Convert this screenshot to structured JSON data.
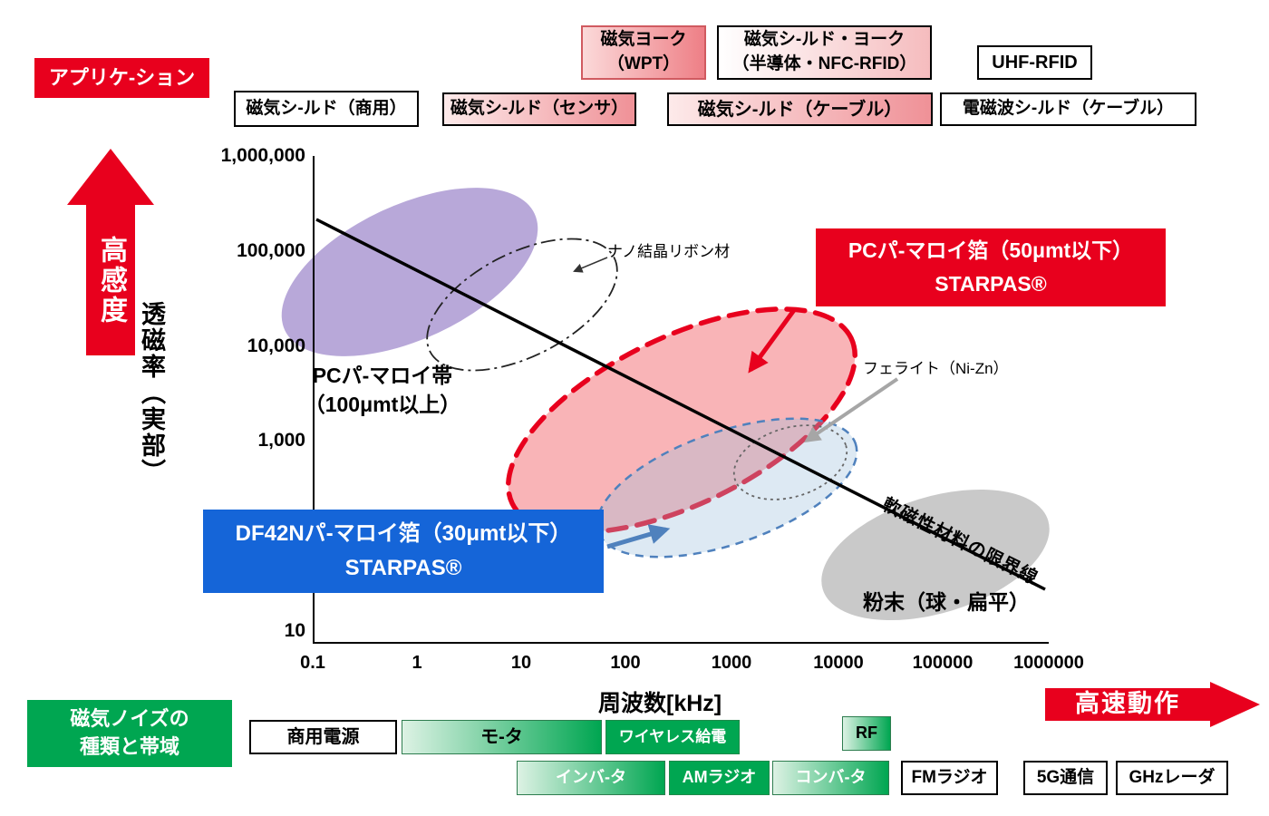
{
  "header": {
    "section_label": "アプリケ-ション",
    "boxes": {
      "wpt": {
        "line1": "磁気ヨーク",
        "line2": "（WPT）"
      },
      "shield_yoke": {
        "line1": "磁気シ-ルド・ヨーク",
        "line2": "（半導体・NFC-RFID）"
      },
      "uhf_rfid": {
        "label": "UHF-RFID"
      },
      "shield_commercial": {
        "label": "磁気シ-ルド（商用）"
      },
      "shield_sensor": {
        "label": "磁気シ-ルド（センサ）"
      },
      "shield_cable": {
        "label": "磁気シ-ルド（ケーブル）"
      },
      "emwave_shield_cable": {
        "label": "電磁波シ-ルド（ケーブル）"
      }
    }
  },
  "axes": {
    "y_title": "透磁率（実部）",
    "y_ticks": [
      "1,000,000",
      "100,000",
      "10,000",
      "1,000",
      "10"
    ],
    "x_title": "周波数[kHz]",
    "x_ticks": [
      "0.1",
      "1",
      "10",
      "100",
      "1000",
      "10000",
      "100000",
      "1000000"
    ],
    "sensitivity_arrow": "高感度",
    "speed_arrow": "高速動作"
  },
  "materials": {
    "pc_band": {
      "line1": "PCパ-マロイ帯",
      "line2": "（100μmt以上）"
    },
    "nano_ribbon": "ナノ結晶リボン材",
    "pc_foil": {
      "line1": "PCパ-マロイ箔（50μmt以下）",
      "line2": "STARPAS®"
    },
    "df42n_foil": {
      "line1": "DF42Nパ-マロイ箔（30μmt以下）",
      "line2": "STARPAS®"
    },
    "ferrite": "フェライト（Ni-Zn）",
    "powder": "粉末（球・扁平）",
    "limit_line": "軟磁性材料の限界線"
  },
  "noise": {
    "label_line1": "磁気ノイズの",
    "label_line2": "種類と帯域",
    "bands": {
      "commercial_power": "商用電源",
      "motor": "モ-タ",
      "wireless_power": "ワイヤレス給電",
      "rf": "RF",
      "inverter": "インバ-タ",
      "am_radio": "AMラジオ",
      "converter": "コンバ-タ",
      "fm_radio": "FMラジオ",
      "g5": "5G通信",
      "ghz_radar": "GHzレーダ"
    }
  },
  "colors": {
    "accent_red": "#e8001d",
    "accent_blue": "#1565d8",
    "accent_green": "#00a651",
    "purple_region": "#b2a1d6",
    "red_region": "#f4696f",
    "blue_region": "#9fc0dd",
    "gray_region": "#c6c6c6"
  },
  "chart_data": {
    "type": "area",
    "title": "軟磁性材料の透磁率と周波数帯域マップ",
    "xlabel": "周波数[kHz]",
    "ylabel": "透磁率（実部）",
    "x_scale": "log",
    "y_scale": "log",
    "xlim": [
      0.1,
      1000000
    ],
    "ylim": [
      10,
      1000000
    ],
    "x_ticks": [
      0.1,
      1,
      10,
      100,
      1000,
      10000,
      100000,
      1000000
    ],
    "y_ticks": [
      10,
      1000,
      10000,
      100000,
      1000000
    ],
    "regions": [
      {
        "name": "PCパ-マロイ帯（100μmt以上）",
        "freq_range_khz": [
          0.05,
          14
        ],
        "permeability_range": [
          8000,
          470000
        ],
        "style": "solid purple ellipse"
      },
      {
        "name": "ナノ結晶リボン材",
        "freq_range_khz": [
          1.2,
          80
        ],
        "permeability_range": [
          5600,
          140000
        ],
        "style": "dash-dot outlined ellipse"
      },
      {
        "name": "PCパ-マロイ箔（50μmt以下） STARPAS®",
        "freq_range_khz": [
          8,
          14000
        ],
        "permeability_range": [
          110,
          25000
        ],
        "style": "red dashed ellipse, pink fill"
      },
      {
        "name": "DF42Nパ-マロイ箔（30μmt以下） STARPAS®",
        "freq_range_khz": [
          50,
          15000
        ],
        "permeability_range": [
          60,
          1800
        ],
        "style": "blue dashed ellipse"
      },
      {
        "name": "フェライト（Ni-Zn）",
        "freq_range_khz": [
          1000,
          12000
        ],
        "permeability_range": [
          250,
          1500
        ],
        "style": "gray dotted ellipse"
      },
      {
        "name": "粉末（球・扁平）",
        "freq_range_khz": [
          7000,
          1000000
        ],
        "permeability_range": [
          14,
          320
        ],
        "style": "solid gray ellipse"
      }
    ],
    "line": {
      "name": "軟磁性材料の限界線",
      "points": [
        [
          0.1,
          220000
        ],
        [
          930000,
          29
        ]
      ]
    },
    "application_bands_top": [
      "磁気シ-ルド（商用）",
      "磁気シ-ルド（センサ）",
      "磁気ヨーク（WPT）",
      "磁気シ-ルド（ケーブル）",
      "磁気シ-ルド・ヨーク（半導体・NFC-RFID）",
      "電磁波シ-ルド（ケーブル）",
      "UHF-RFID"
    ],
    "noise_bands_bottom": [
      "商用電源",
      "モ-タ",
      "インバ-タ",
      "ワイヤレス給電",
      "AMラジオ",
      "コンバ-タ",
      "RF",
      "FMラジオ",
      "5G通信",
      "GHzレーダ"
    ]
  }
}
